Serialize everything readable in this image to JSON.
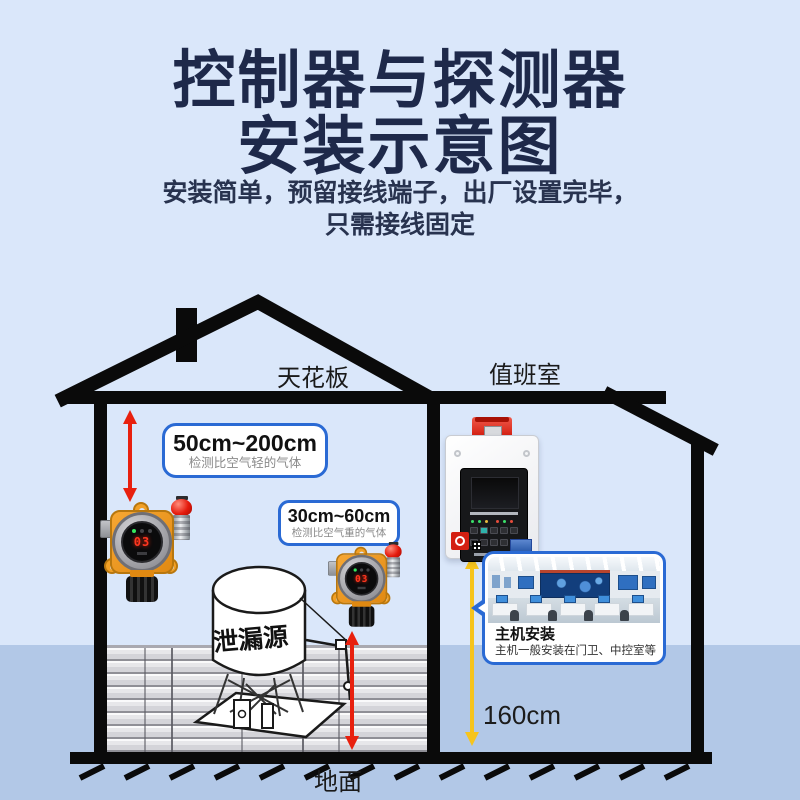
{
  "header": {
    "title_line1": "控制器与探测器",
    "title_line2": "安装示意图",
    "subtitle_line1": "安装简单，预留接线端子，出厂设置完毕，",
    "subtitle_line2": "只需接线固定"
  },
  "diagram": {
    "ceiling_label": "天花板",
    "duty_room_label": "值班室",
    "ground_label": "地面",
    "leak_source_label": "泄漏源",
    "height_label": "160cm",
    "detector_display": "03",
    "callout_light_gas": {
      "range": "50cm~200cm",
      "desc": "检测比空气轻的气体"
    },
    "callout_heavy_gas": {
      "range": "30cm~60cm",
      "desc": "检测比空气重的气体"
    },
    "host_callout": {
      "title": "主机安装",
      "desc": "主机一般安装在门卫、中控室等"
    },
    "colors": {
      "title_navy": "#1e294a",
      "callout_border": "#2a6ad4",
      "arrow_red": "#e8200e",
      "arrow_yellow": "#f6c41d",
      "background_top": "#dae7fa",
      "background_bottom": "#b2c8e7",
      "house_line": "#0a0a0a"
    }
  }
}
